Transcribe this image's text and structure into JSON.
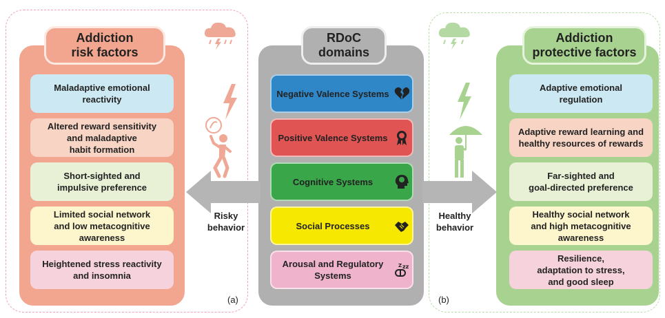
{
  "risk": {
    "title": "Addiction\nrisk factors",
    "items": [
      "Maladaptive emotional\nreactivity",
      "Altered reward sensitivity\nand maladaptive\nhabit formation",
      "Short-sighted and\nimpulsive preference",
      "Limited social network\nand low metacognitive\nawareness",
      "Heightened stress reactivity\nand insomnia"
    ],
    "colors": [
      "#cce8f2",
      "#f8d4c4",
      "#e8f1d6",
      "#fdf6cd",
      "#f6d3dc"
    ],
    "tag": "(a)"
  },
  "rdoc": {
    "title": "RDoC\ndomains",
    "items": [
      {
        "label": "Negative Valence Systems",
        "color": "#2f87c8",
        "icon": "broken-heart-icon"
      },
      {
        "label": "Positive Valence Systems",
        "color": "#e05454",
        "icon": "award-ribbon-icon"
      },
      {
        "label": "Cognitive Systems",
        "color": "#3aa64a",
        "icon": "brain-head-icon"
      },
      {
        "label": "Social Processes",
        "color": "#f6e800",
        "icon": "handshake-icon"
      },
      {
        "label": "Arousal and Regulatory\nSystems",
        "color": "#efb4cb",
        "icon": "sleep-pill-icon"
      }
    ]
  },
  "protective": {
    "title": "Addiction\nprotective factors",
    "items": [
      "Adaptive emotional\nregulation",
      "Adaptive reward learning and\nhealthy resources of rewards",
      "Far-sighted and\ngoal-directed preference",
      "Healthy social network\nand high metacognitive\nawareness",
      "Resilience,\nadaptation to stress,\nand good sleep"
    ],
    "colors": [
      "#cce8f2",
      "#f8d4c4",
      "#e8f1d6",
      "#fdf6cd",
      "#f6d3dc"
    ],
    "tag": "(b)"
  },
  "arrows": {
    "left_label": "Risky\nbehavior",
    "right_label": "Healthy\nbehavior",
    "color": "#b5b5b5"
  },
  "icons": [
    "storm-cloud-icon",
    "lightning-icon",
    "stressed-person-icon",
    "rain-cloud-icon",
    "umbrella-person-icon"
  ]
}
